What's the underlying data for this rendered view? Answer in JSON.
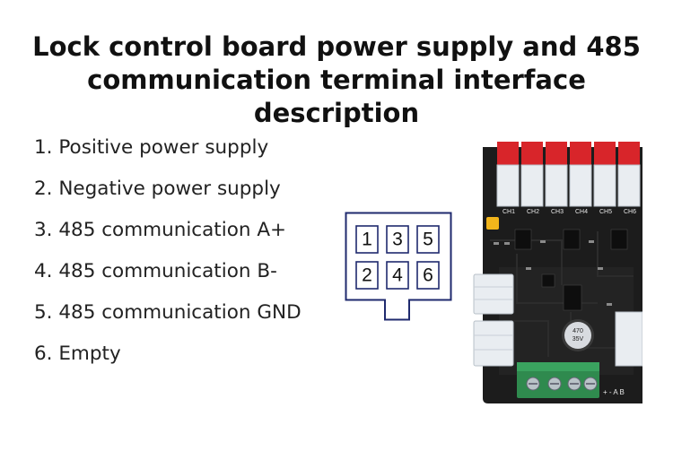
{
  "title": {
    "line1": "Lock control board power supply and 485",
    "line2": "communication terminal interface description"
  },
  "pins": [
    {
      "label": "1. Positive power supply"
    },
    {
      "label": "2. Negative power supply"
    },
    {
      "label": "3. 485 communication A+"
    },
    {
      "label": "4. 485 communication B-"
    },
    {
      "label": "5. 485 communication GND"
    },
    {
      "label": "6. Empty"
    }
  ],
  "connector": {
    "top_row": [
      "1",
      "3",
      "5"
    ],
    "bottom_row": [
      "2",
      "4",
      "6"
    ]
  },
  "board": {
    "channels": [
      "CH1",
      "CH2",
      "CH3",
      "CH4",
      "CH5",
      "CH6"
    ],
    "capacitor": "470\n35V",
    "terminal_marks": "+ - A B",
    "colors": {
      "pcb": "#1c1c1c",
      "lock_connector_red": "#d8252a",
      "terminal_green": "#2f8a4e",
      "header_white": "#e9edf1",
      "jumper_yellow": "#f2b51b"
    }
  }
}
